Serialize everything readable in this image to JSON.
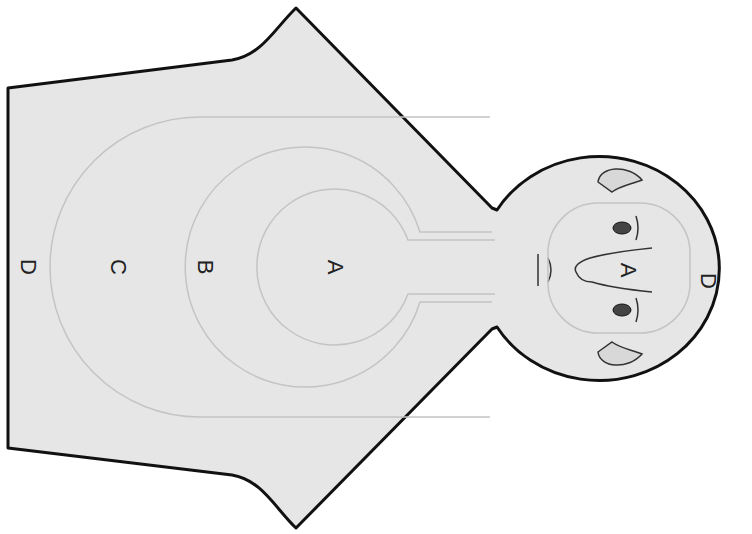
{
  "diagram": {
    "nodes": [
      {
        "text": [
          "D"
        ]
      },
      {
        "text": [
          "C"
        ],
        "in": 0
      },
      {
        "text": [
          "B"
        ],
        "in": 1
      },
      {
        "text": [
          "A"
        ],
        "in": 2
      },
      {
        "text": [
          "D"
        ],
        "in": 0
      },
      {
        "text": [
          "A"
        ],
        "in": 4
      }
    ]
  }
}
